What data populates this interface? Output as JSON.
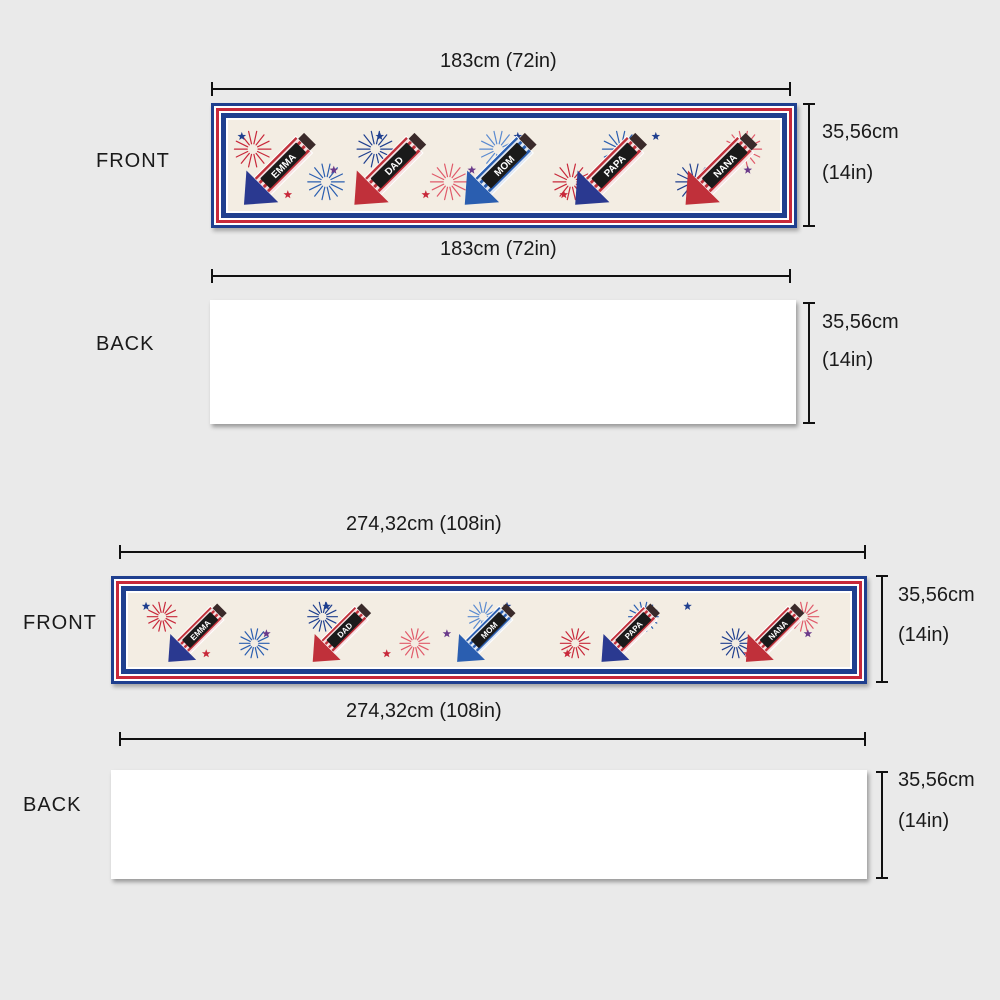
{
  "set1": {
    "width_label": "183cm (72in)",
    "height_cm": "35,56cm",
    "height_in": "(14in)",
    "front_label": "FRONT",
    "back_label": "BACK",
    "names": [
      "EMMA",
      "DAD",
      "MOM",
      "PAPA",
      "NANA"
    ]
  },
  "set2": {
    "width_label": "274,32cm (108in)",
    "height_cm": "35,56cm",
    "height_in": "(14in)",
    "front_label": "FRONT",
    "back_label": "BACK",
    "names": [
      "EMMA",
      "DAD",
      "MOM",
      "PAPA",
      "NANA"
    ]
  },
  "colors": {
    "background": "#eaeaea",
    "navy": "#1f3f8f",
    "red": "#c8283a",
    "cream": "#f3ede3",
    "rocket_red": "#c0303a",
    "rocket_blue": "#2a5eb0",
    "rocket_navy": "#2a3990"
  }
}
